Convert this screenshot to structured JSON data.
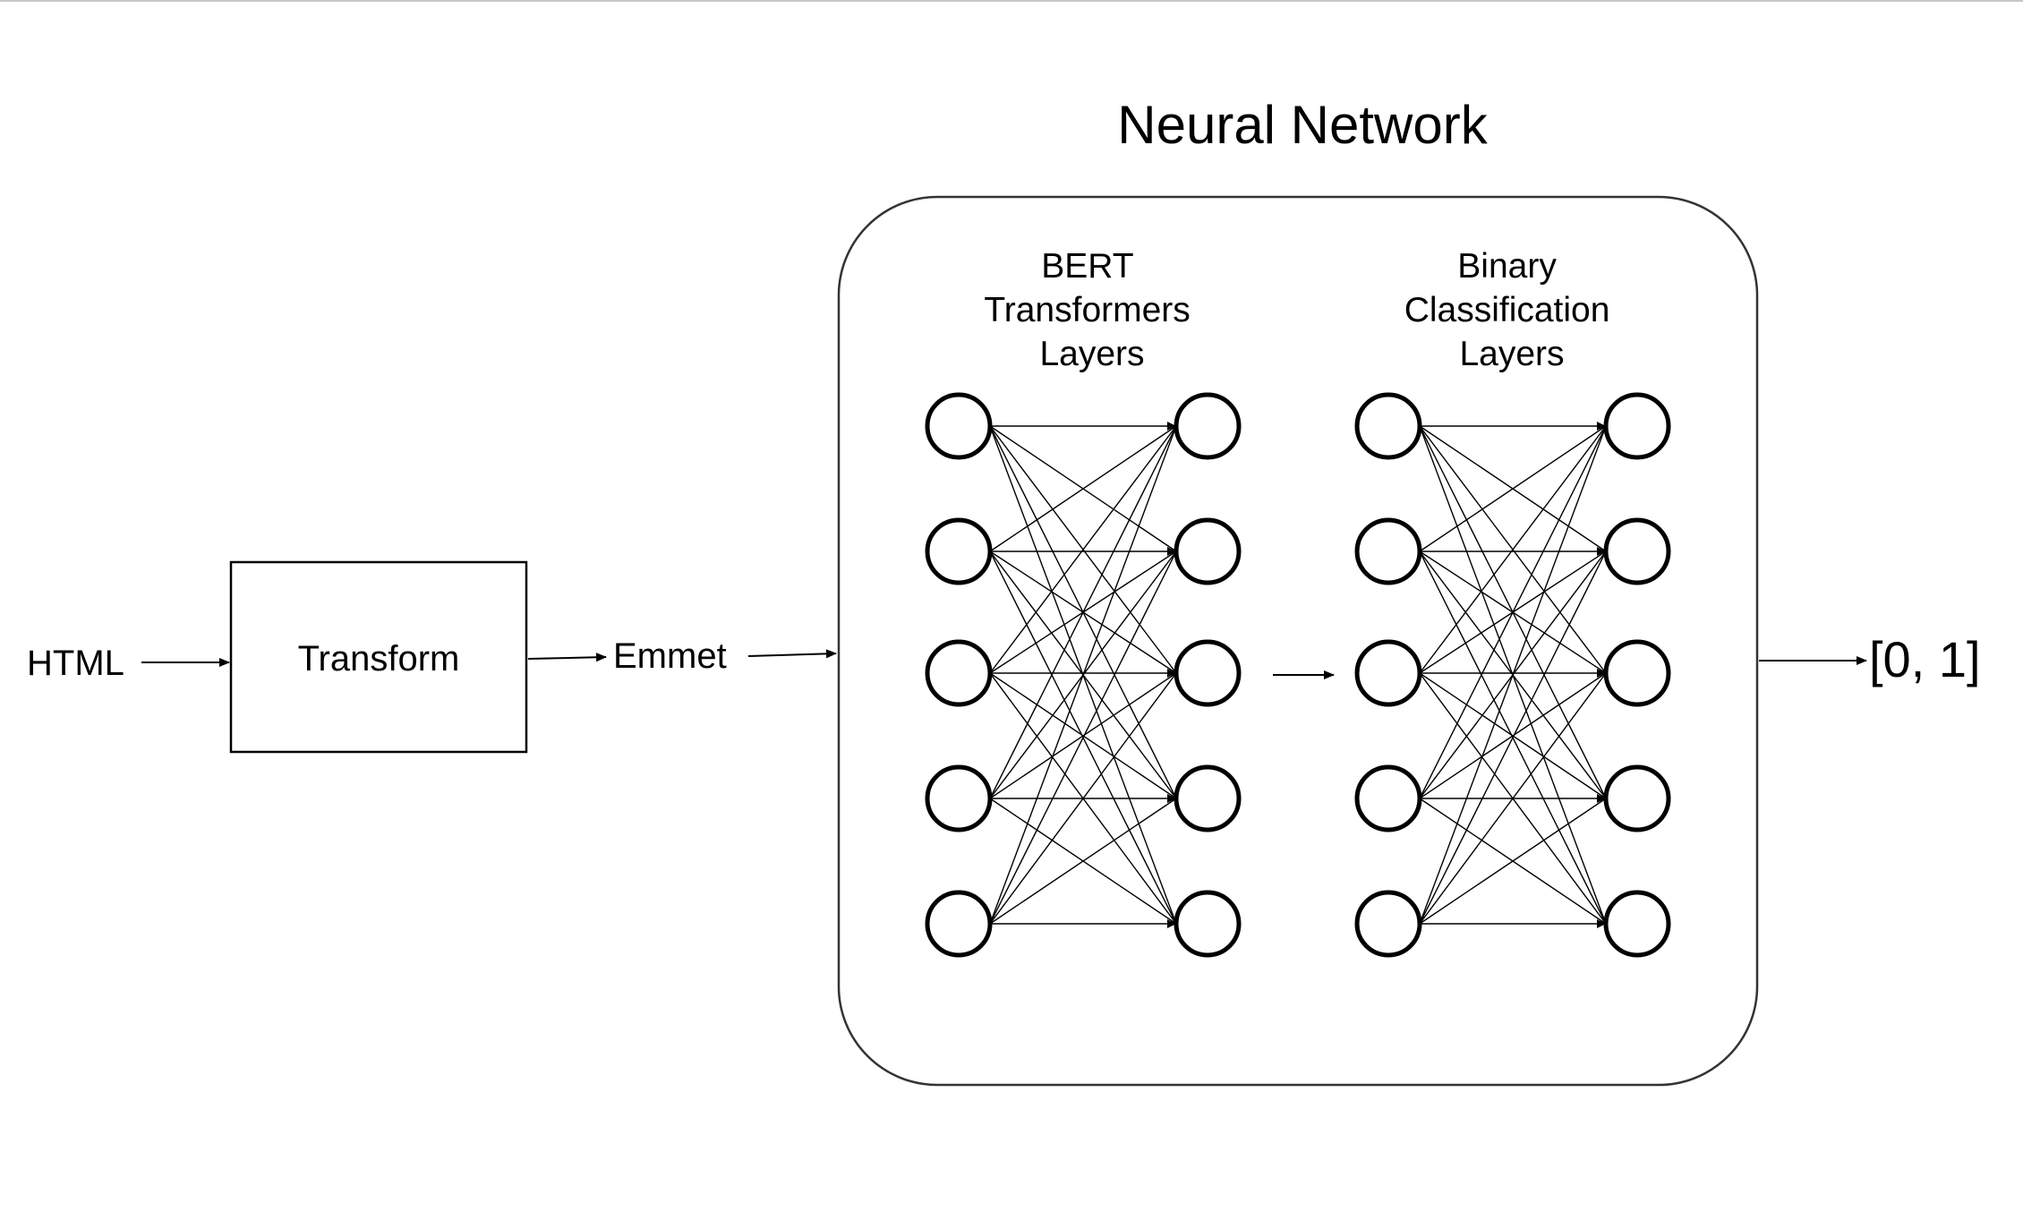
{
  "title": "Neural Network",
  "pipeline": {
    "input_label": "HTML",
    "transform_label": "Transform",
    "emmet_label": "Emmet",
    "output_label": "[0, 1]"
  },
  "network": {
    "blocks": [
      {
        "id": "bert",
        "label_lines": [
          "BERT",
          "Transformers",
          "Layers"
        ],
        "nodes_per_column": 5,
        "connectivity": "fully-connected"
      },
      {
        "id": "binary",
        "label_lines": [
          "Binary",
          "Classification",
          "Layers"
        ],
        "nodes_per_column": 5,
        "connectivity": "fully-connected"
      }
    ]
  },
  "colors": {
    "stroke": "#000000",
    "background": "#ffffff",
    "container_border": "#333333"
  }
}
